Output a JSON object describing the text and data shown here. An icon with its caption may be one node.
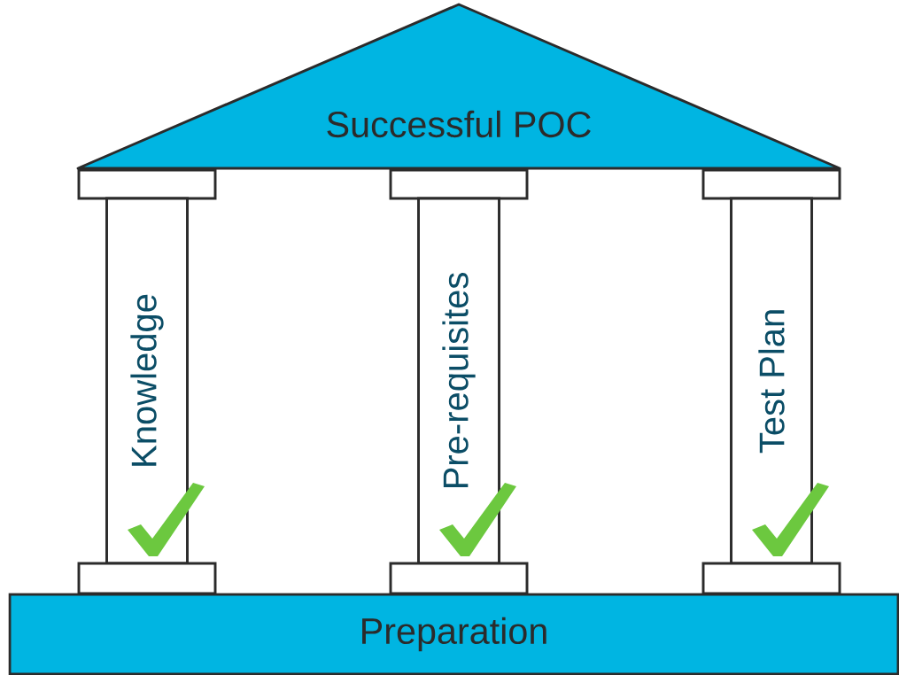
{
  "diagram": {
    "nodes": [
      {
        "text": [
          "Successful POC"
        ]
      },
      {
        "text": [],
        "shape": "box"
      },
      {
        "text": [],
        "shape": "box"
      },
      {
        "text": [],
        "shape": "box"
      },
      {
        "text": [
          "Knowledge"
        ]
      },
      {
        "text": [
          "Pre-requisites"
        ]
      },
      {
        "text": [
          "Test Plan"
        ]
      },
      {
        "text": [],
        "shape": "box"
      },
      {
        "text": [],
        "shape": "box"
      },
      {
        "text": [],
        "shape": "box"
      },
      {
        "text": [
          "Preparation"
        ]
      }
    ],
    "edges": []
  }
}
